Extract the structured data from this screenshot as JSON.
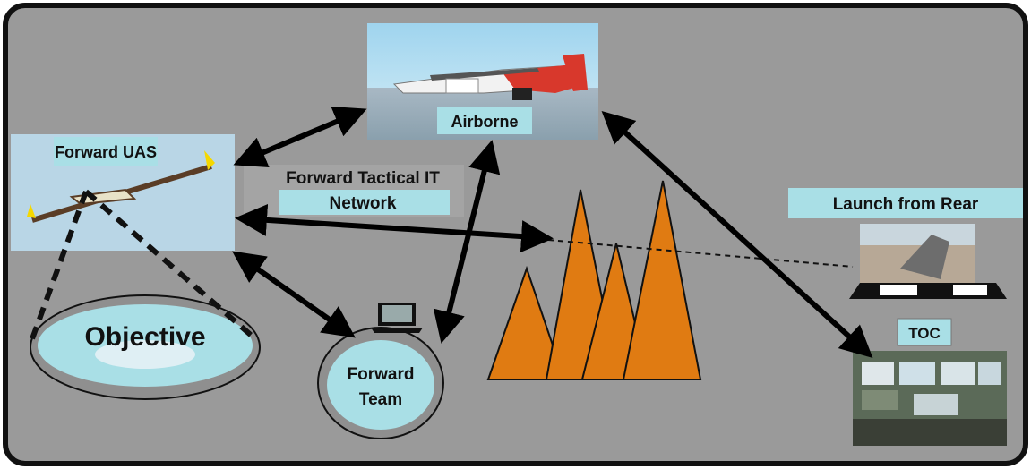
{
  "nodes": {
    "airborne": {
      "label": "Airborne"
    },
    "forward_uas": {
      "label": "Forward UAS"
    },
    "network": {
      "line1": "Forward Tactical IT",
      "line2": "Network"
    },
    "launch": {
      "label": "Launch from Rear"
    },
    "toc": {
      "label": "TOC"
    },
    "objective": {
      "label": "Objective"
    },
    "team": {
      "line1": "Forward",
      "line2": "Team"
    }
  },
  "colors": {
    "background": "#999999",
    "frame": "#111111",
    "panel": "#b9d6e6",
    "label_box": "#a9dfe6",
    "mountains": "#e07b12",
    "arrows": "#000000"
  }
}
